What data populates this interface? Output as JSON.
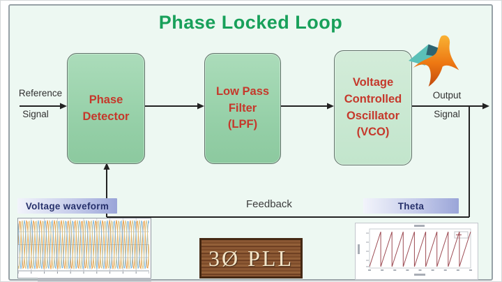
{
  "title": {
    "text": "Phase Locked Loop"
  },
  "blocks": [
    {
      "name": "phase-detector",
      "label": "Phase\nDetector"
    },
    {
      "name": "low-pass-filter",
      "label": "Low Pass\nFilter\n(LPF)"
    },
    {
      "name": "voltage-controlled-oscillator",
      "label": "Voltage\nControlled\nOscillator\n(VCO)"
    }
  ],
  "io": {
    "reference": {
      "line1": "Reference",
      "line2": "Signal"
    },
    "output": {
      "line1": "Output",
      "line2": "Signal"
    },
    "feedback": "Feedback"
  },
  "tags": {
    "voltage_waveform": "Voltage waveform",
    "theta": "Theta"
  },
  "sign": {
    "text": "3Ø PLL"
  },
  "colors": {
    "slide_bg": "#edf8f2",
    "title_green": "#18a05a",
    "block_text_red": "#c5382b",
    "line": "#222222",
    "tag_text": "#26306b"
  },
  "chart_data": [
    {
      "id": "voltage-waveform",
      "type": "line",
      "title": "Voltage waveform",
      "subtype": "three-phase-sine",
      "cycles_visible": 19,
      "amplitude_norm": 1,
      "series": [
        {
          "name": "phase-A",
          "color": "#e89d46",
          "phase_deg": 0
        },
        {
          "name": "phase-B",
          "color": "#7fb7d9",
          "phase_deg": 120
        },
        {
          "name": "phase-C",
          "color": "#d9c585",
          "phase_deg": 240
        }
      ],
      "grid": true,
      "axis_tick_labels_legible": false
    },
    {
      "id": "theta",
      "type": "line",
      "title": "Theta",
      "subtype": "sawtooth",
      "cycles_visible": 9,
      "color": "#9c4a52",
      "grid": false,
      "legend_position": "top-right",
      "axis_tick_labels_legible": false
    }
  ]
}
